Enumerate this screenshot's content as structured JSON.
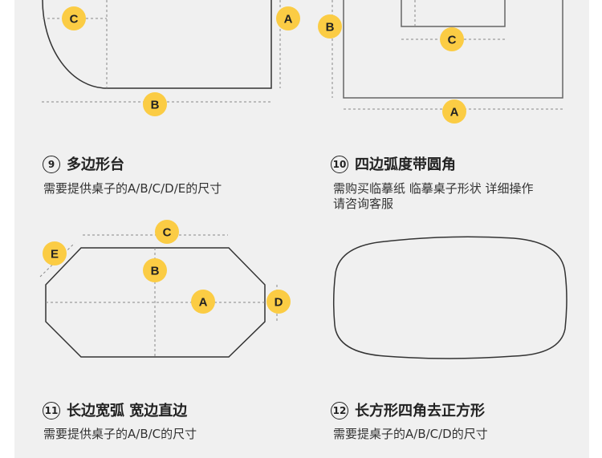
{
  "cards": [
    {
      "num": "9",
      "title": "多边形台",
      "desc": [
        "需要提供桌子的A/B/C/D/E的尺寸"
      ]
    },
    {
      "num": "10",
      "title": "四边弧度带圆角",
      "desc": [
        "需购买临摹纸 临摹桌子形状 详细操作",
        "请咨询客服"
      ]
    },
    {
      "num": "11",
      "title": "长边宽弧 宽边直边",
      "desc": [
        "需要提供桌子的A/B/C的尺寸"
      ]
    },
    {
      "num": "12",
      "title": "长方形四角去正方形",
      "desc": [
        "需要提桌子的A/B/C/D的尺寸"
      ]
    }
  ],
  "labels": {
    "a": "A",
    "b": "B",
    "c": "C",
    "d": "D",
    "e": "E"
  },
  "colors": {
    "badge": "#fbcc44",
    "panel": "#f0f0f0"
  }
}
